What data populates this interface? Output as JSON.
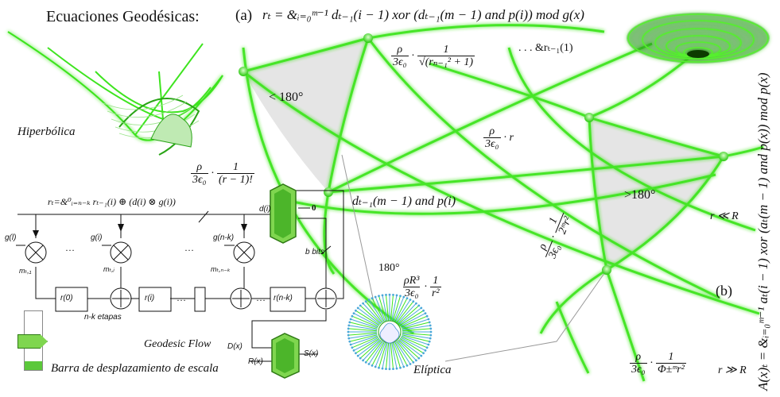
{
  "header": {
    "title": "Ecuaciones Geodésicas:",
    "part_a": "(a)",
    "eq_main": "rₜ = &ᵢ₌₀ᵐ⁻¹ dₜ₋₁(i − 1) xor (dₜ₋₁(m − 1) and p(i)) mod g(x)"
  },
  "left_panel": {
    "hyperbolic_label": "Hiperbólica",
    "eq_circuit": "rₜ=&⁰ᵢ₌ₙ₋ₖ rₜ₋₁(i) ⊕ (d(i) ⊗ g(i))",
    "frac_r": {
      "num": "ρ",
      "den": "3ϵ₀",
      "num2": "1",
      "den2": "(r − 1)!"
    }
  },
  "circuit": {
    "inputs": [
      "g(l)",
      "g(i)",
      "g(n-k)"
    ],
    "mults": [
      "mₜ,₁",
      "mₜ,ᵢ",
      "mₜ,ₙ₋ₖ"
    ],
    "regs": [
      "r(0)",
      "r(i)",
      "r(n-k)"
    ],
    "dots": "…",
    "stages": "n-k etapas",
    "bbits": "b bits",
    "d_label": "d(i)",
    "zero": "0",
    "flow_label": "Geodesic Flow",
    "dx": "D(x)",
    "rx": "R(x)",
    "sx": "S(x)"
  },
  "scale_bar": {
    "label": "Barra de desplazamiento de escala",
    "value": 0.15
  },
  "sphere": {
    "lt180": "< 180°",
    "gt180": ">180°",
    "deg180": "180°",
    "ellipse_label": "Elíptica",
    "b_label": "(b)",
    "r_ll_R": "r ≪ R",
    "r_gg_R": "r ≫ R",
    "rt1": ". . .  &rₜ₋₁(1)",
    "d_and_p": "dₜ₋₁(m − 1) and p(i)",
    "vert_eq": "A(x)ₜ = &ᵢ₌₀ᵐ⁻¹ aₜ(i − 1) xor (aₜ(m − 1) and p(x)) mod p(x)"
  },
  "fractions": {
    "f_top": {
      "num": "ρ",
      "den": "3ϵ₀",
      "num2": "1",
      "den2": "√(rₙ₋₁² + 1)"
    },
    "f_mid": {
      "num": "ρ",
      "den": "3ϵ₀",
      "tail": "· r"
    },
    "f_R3": {
      "num": "ρR³",
      "den": "3ϵ₀",
      "num2": "1",
      "den2": "r²"
    },
    "f_2m": {
      "num": "ρ",
      "den": "3ϵ₀",
      "num2": "1",
      "den2": "2ᵐr²"
    },
    "f_phi": {
      "num": "ρ",
      "den": "3ϵ₀",
      "num2": "1",
      "den2": "Φ±ᵐr²"
    }
  },
  "colors": {
    "accent": "#39e81e",
    "glow": "#8cf77a",
    "shade": "#d9d9d9",
    "ink": "#111111"
  }
}
